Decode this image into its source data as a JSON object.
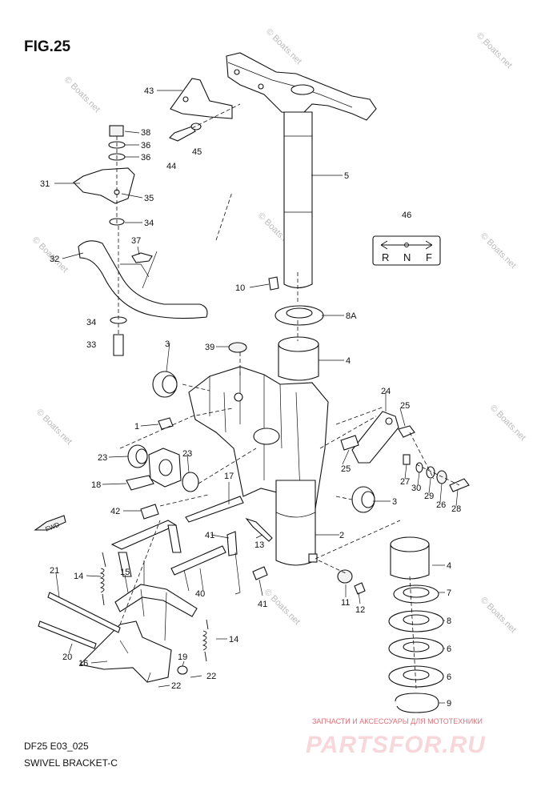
{
  "figure": {
    "title": "FIG.25",
    "code": "DF25 E03_025",
    "name": "SWIVEL BRACKET-C"
  },
  "decal": {
    "part": "46",
    "left": "R",
    "middle": "N",
    "right": "F"
  },
  "fwd_label": "FWD",
  "watermark": "© Boats.net",
  "brand": {
    "tagline": "ЗАПЧАСТИ И АКСЕССУАРЫ ДЛЯ МОТОТЕХНИКИ",
    "name": "PARTSFOR.RU"
  },
  "callouts": [
    "43",
    "38",
    "36",
    "36",
    "45",
    "44",
    "5",
    "31",
    "35",
    "34",
    "37",
    "32",
    "46",
    "10",
    "8A",
    "34",
    "33",
    "39",
    "3",
    "4",
    "1",
    "24",
    "25",
    "25",
    "23",
    "23",
    "18",
    "27",
    "30",
    "29",
    "26",
    "28",
    "17",
    "3",
    "42",
    "41",
    "13",
    "2",
    "21",
    "14",
    "15",
    "40",
    "4",
    "41",
    "11",
    "12",
    "7",
    "8",
    "20",
    "14",
    "6",
    "16",
    "19",
    "22",
    "22",
    "6",
    "9"
  ]
}
